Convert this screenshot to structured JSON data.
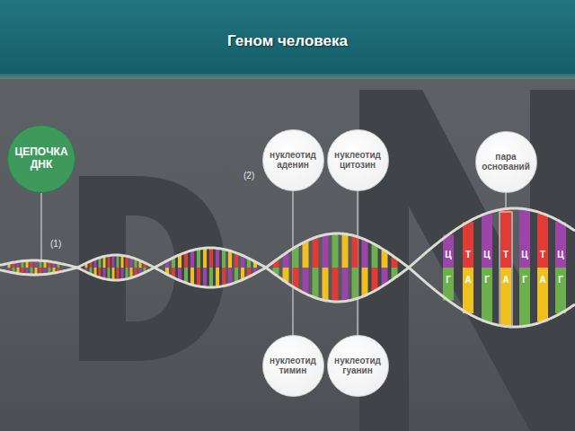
{
  "diagram": {
    "title": "Геном человека",
    "nodes": [
      {
        "text": [
          "ЦЕПОЧКА ДНК"
        ]
      },
      {
        "text": [
          "нуклеотид аденин"
        ]
      },
      {
        "text": [
          "нуклеотид цитозин"
        ]
      },
      {
        "text": [
          "пара оснований"
        ]
      },
      {
        "text": [
          "нуклеотид тимин"
        ]
      },
      {
        "text": [
          "нуклеотид гуанин"
        ]
      }
    ],
    "labels": [
      "(1)",
      "(2)",
      "Ц",
      "Т",
      "Ц",
      "Т",
      "Ц",
      "Т",
      "Ц",
      "Г",
      "А",
      "Г",
      "А",
      "Г",
      "А",
      "Г"
    ]
  }
}
